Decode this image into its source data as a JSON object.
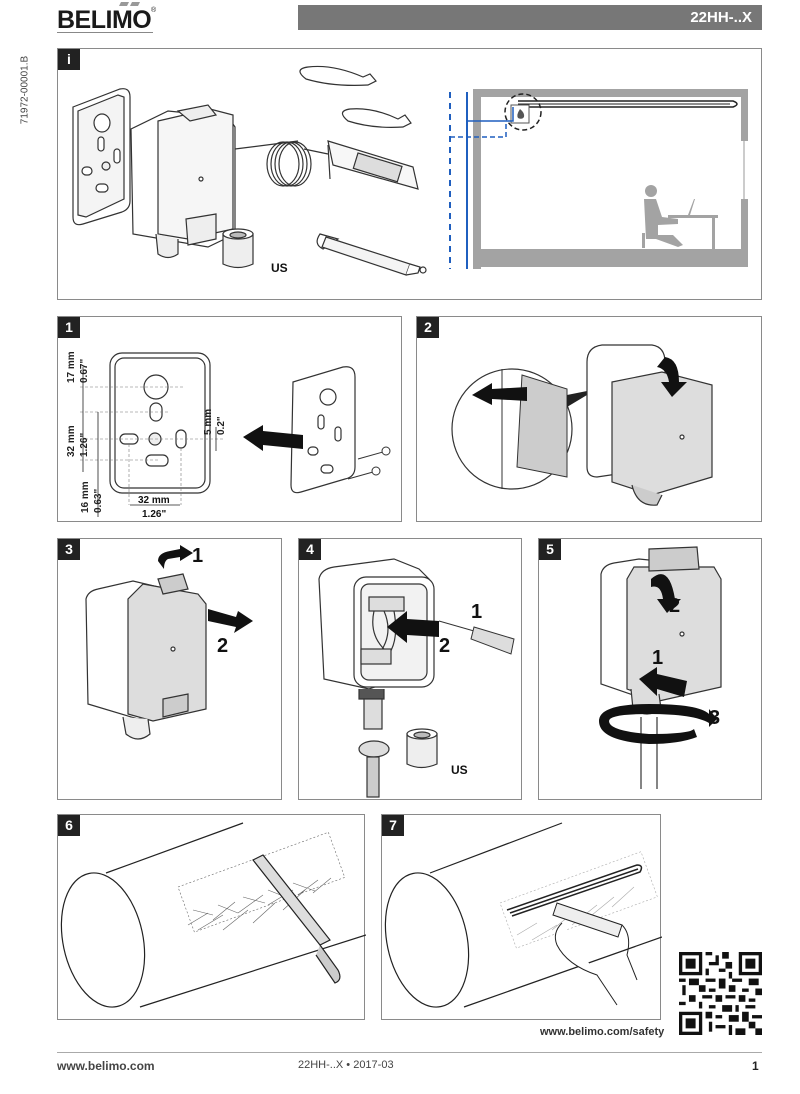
{
  "header": {
    "brand": "BELIMO",
    "registered_mark": "®",
    "product_code": "22HH-..X",
    "document_number": "71972-00001.B"
  },
  "panels": {
    "info": {
      "badge": "i",
      "us_label": "US",
      "colors": {
        "pipe_blue": "#1f5fbf",
        "wall_gray": "#a3a3a3"
      }
    },
    "step1": {
      "badge": "1",
      "dimensions": {
        "top_mm": "17 mm",
        "top_in": "0.67\"",
        "middle_mm": "32 mm",
        "middle_in": "1.26\"",
        "bottom_mm": "16 mm",
        "bottom_in": "0.63\"",
        "width_mm": "32 mm",
        "width_in": "1.26\"",
        "offset_mm": "5 mm",
        "offset_in": "0.2\""
      }
    },
    "step2": {
      "badge": "2"
    },
    "step3": {
      "badge": "3",
      "callouts": [
        "1",
        "2"
      ]
    },
    "step4": {
      "badge": "4",
      "callouts": [
        "1",
        "2"
      ],
      "us_label": "US"
    },
    "step5": {
      "badge": "5",
      "callouts": [
        "1",
        "2",
        "3"
      ]
    },
    "step6": {
      "badge": "6"
    },
    "step7": {
      "badge": "7"
    }
  },
  "safety_url": "www.belimo.com/safety",
  "footer": {
    "website": "www.belimo.com",
    "doc_ref": "22HH-..X • 2017-03",
    "page_number": "1"
  }
}
